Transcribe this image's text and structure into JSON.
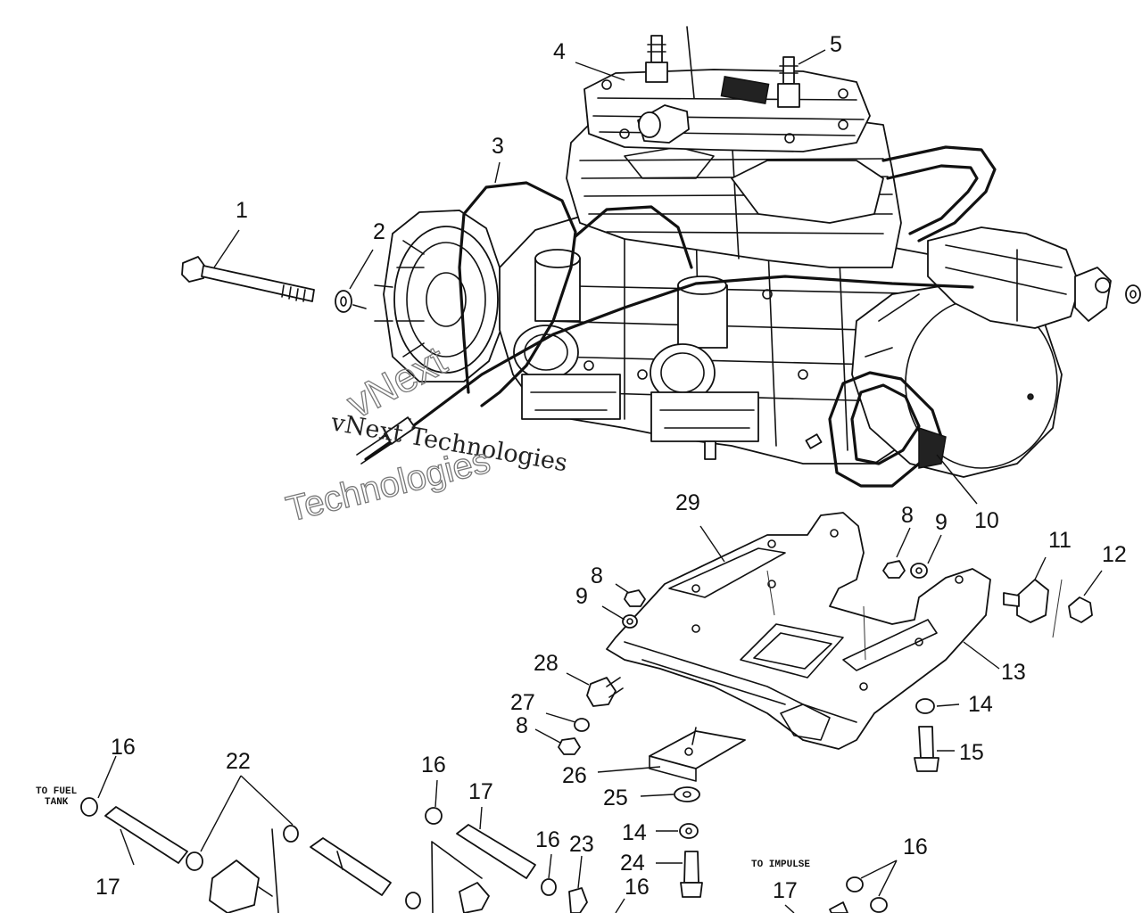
{
  "callouts": [
    {
      "id": "c1",
      "label": "1"
    },
    {
      "id": "c2",
      "label": "2"
    },
    {
      "id": "c3",
      "label": "3"
    },
    {
      "id": "c4",
      "label": "4"
    },
    {
      "id": "c5",
      "label": "5"
    },
    {
      "id": "c8a",
      "label": "8"
    },
    {
      "id": "c9a",
      "label": "9"
    },
    {
      "id": "c10",
      "label": "10"
    },
    {
      "id": "c11",
      "label": "11"
    },
    {
      "id": "c12",
      "label": "12"
    },
    {
      "id": "c13",
      "label": "13"
    },
    {
      "id": "c14a",
      "label": "14"
    },
    {
      "id": "c15",
      "label": "15"
    },
    {
      "id": "c29",
      "label": "29"
    },
    {
      "id": "c8b",
      "label": "8"
    },
    {
      "id": "c9b",
      "label": "9"
    },
    {
      "id": "c28",
      "label": "28"
    },
    {
      "id": "c27",
      "label": "27"
    },
    {
      "id": "c8c",
      "label": "8"
    },
    {
      "id": "c26",
      "label": "26"
    },
    {
      "id": "c25",
      "label": "25"
    },
    {
      "id": "c14b",
      "label": "14"
    },
    {
      "id": "c24",
      "label": "24"
    },
    {
      "id": "c16a",
      "label": "16"
    },
    {
      "id": "c22",
      "label": "22"
    },
    {
      "id": "c17a",
      "label": "17"
    },
    {
      "id": "c16b",
      "label": "16"
    },
    {
      "id": "c17b",
      "label": "17"
    },
    {
      "id": "c16c",
      "label": "16"
    },
    {
      "id": "c23",
      "label": "23"
    },
    {
      "id": "c16d",
      "label": "16"
    },
    {
      "id": "c17c",
      "label": "17"
    },
    {
      "id": "c16e",
      "label": "16"
    }
  ],
  "notes": {
    "to_fuel_tank_line1": "TO FUEL",
    "to_fuel_tank_line2": "TANK",
    "to_impulse": "TO IMPULSE"
  },
  "watermark": {
    "line1": "vNext Technologies",
    "line2": "vNext",
    "line3": "Technologies"
  }
}
